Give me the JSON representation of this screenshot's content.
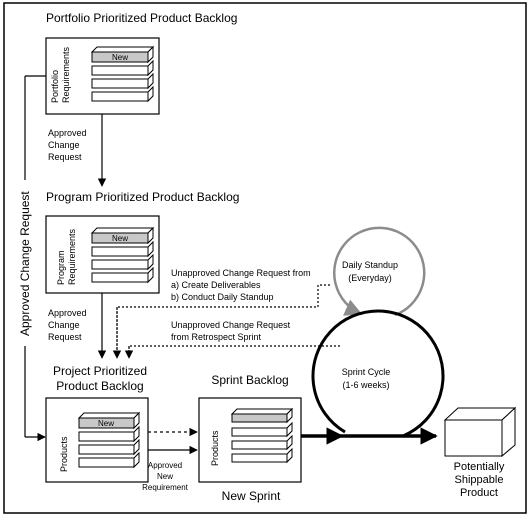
{
  "titles": {
    "portfolio": "Portfolio Prioritized Product Backlog",
    "program": "Program Prioritized Product Backlog",
    "project_line1": "Project Prioritized",
    "project_line2": "Product Backlog",
    "sprint_backlog": "Sprint Backlog",
    "new_sprint": "New Sprint"
  },
  "boxes": {
    "portfolio_label_line1": "Portfolio",
    "portfolio_label_line2": "Requirements",
    "program_label_line1": "Program",
    "program_label_line2": "Requirements",
    "project_label": "Products",
    "sprint_label": "Products",
    "new_tag": "New"
  },
  "labels": {
    "approved_cr_1": [
      "Approved",
      "Change",
      "Request"
    ],
    "approved_cr_2": [
      "Approved",
      "Change",
      "Request"
    ],
    "approved_cr_vertical": "Approved Change Request",
    "unapproved_1": [
      "Unapproved Change Request from",
      "a) Create Deliverables",
      "b) Conduct Daily Standup"
    ],
    "unapproved_2": [
      "Unapproved Change Request",
      "from Retrospect Sprint"
    ],
    "approved_new_req": [
      "Approved",
      "New",
      "Requirement"
    ],
    "daily_standup": [
      "Daily Standup",
      "(Everyday)"
    ],
    "sprint_cycle": [
      "Sprint Cycle",
      "(1-6 weeks)"
    ],
    "potentially_shippable": [
      "Potentially",
      "Shippable",
      "Product"
    ]
  },
  "colors": {
    "stroke": "#000000",
    "standup_gray": "#8c8c8c",
    "new_fill": "#c8c8c8"
  }
}
